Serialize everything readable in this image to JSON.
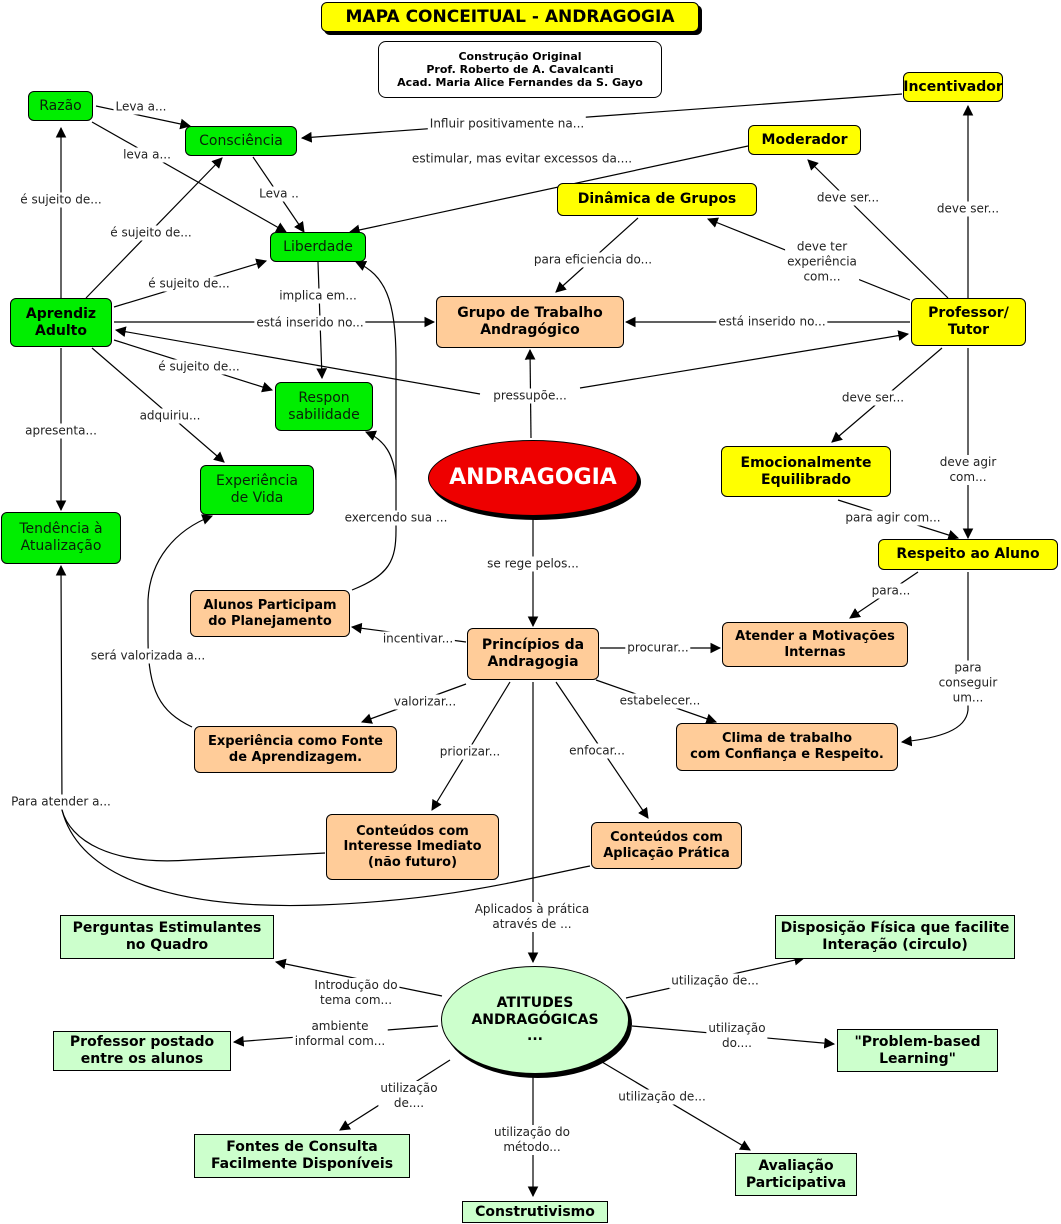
{
  "title": "MAPA CONCEITUAL - ANDRAGOGIA",
  "credits": "Construção Original\nProf. Roberto de A. Cavalcanti\nAcad. Maria Alice Fernandes da S. Gayo",
  "nodes": {
    "razao": "Razão",
    "consciencia": "Consciência",
    "liberdade": "Liberdade",
    "aprendiz": "Aprendiz\nAdulto",
    "responsabilidade": "Respon\nsabilidade",
    "experiencia_vida": "Experiência\nde Vida",
    "tendencia": "Tendência à\nAtualização",
    "incentivador": "Incentivador",
    "moderador": "Moderador",
    "dinamica": "Dinâmica de Grupos",
    "grupo": "Grupo de Trabalho\nAndragógico",
    "professor": "Professor/\nTutor",
    "emocional": "Emocionalmente\nEquilibrado",
    "respeito": "Respeito ao Aluno",
    "andragogia": "ANDRAGOGIA",
    "alunos_part": "Alunos Participam\ndo Planejamento",
    "principios": "Princípios da\nAndragogia",
    "atender": "Atender a Motivações\nInternas",
    "exp_fonte": "Experiência como Fonte\nde Aprendizagem.",
    "clima": "Clima de trabalho\ncom Confiança e Respeito.",
    "conteudos_interesse": "Conteúdos com\nInteresse Imediato\n(não futuro)",
    "conteudos_aplicacao": "Conteúdos com\nAplicação Prática",
    "atitudes": "ATITUDES\nANDRAGÓGICAS\n...",
    "perguntas": "Perguntas Estimulantes\nno Quadro",
    "prof_postado": "Professor postado\nentre os alunos",
    "fontes": "Fontes de Consulta\nFacilmente Disponíveis",
    "construtivismo": "Construtivismo",
    "avaliacao": "Avaliação\nParticipativa",
    "pbl": "\"Problem-based\nLearning\"",
    "disposicao": "Disposição Física que facilite\nInteração (circulo)"
  },
  "links": {
    "leva_a_1": "Leva a...",
    "leva_a_2": "leva a...",
    "leva_3": "Leva ..",
    "sujeito_razao": "é sujeito de...",
    "sujeito_consc": "é sujeito de...",
    "sujeito_lib": "é sujeito de...",
    "sujeito_resp": "é sujeito de...",
    "influir": "Influir positivamente na...",
    "estimular": "estimular, mas evitar excessos da....",
    "implica": "implica em...",
    "inserido_1": "está inserido no...",
    "inserido_2": "está inserido no...",
    "eficiencia": "para eficiencia do...",
    "deve_ter": "deve ter\nexperiência\ncom...",
    "deve_ser_1": "deve ser...",
    "deve_ser_2": "deve ser...",
    "deve_ser_3": "deve ser...",
    "pressupoe": "pressupõe...",
    "adquiriu": "adquiriu...",
    "apresenta": "apresenta...",
    "exercendo": "exercendo sua ...",
    "deve_agir": "deve agir com...",
    "para_agir": "para agir com...",
    "se_rege": "se rege pelos...",
    "para": "para...",
    "incentivar": "incentivar...",
    "procurar": "procurar...",
    "sera_valorizada": "será valorizada a...",
    "valorizar": "valorizar...",
    "estabelecer": "estabelecer...",
    "conseguir": "para conseguir um...",
    "priorizar": "priorizar...",
    "enfocar": "enfocar...",
    "para_atender": "Para atender a...",
    "aplicados": "Aplicados à prática\natravés de ...",
    "introducao": "Introdução do\ntema com...",
    "ambiente": "ambiente\ninformal com...",
    "util_de_fontes": "utilização\nde....",
    "util_metodo": "utilização do\nmétodo...",
    "util_de_aval": "utilização de...",
    "util_do_pbl": "utilização\ndo....",
    "util_de_disp": "utilização de..."
  },
  "colors": {
    "green": "#00ee00",
    "yellow": "#ffff00",
    "orange": "#ffcc99",
    "light_green": "#ccffcc",
    "red": "#ee0000"
  }
}
